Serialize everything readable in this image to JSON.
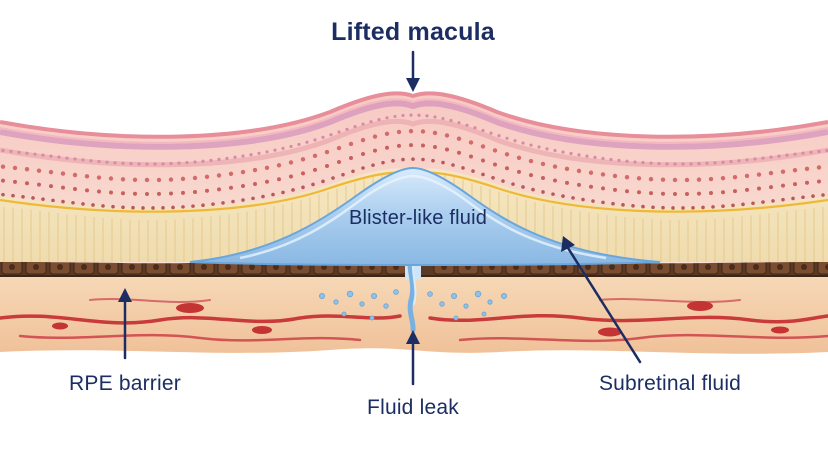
{
  "labels": {
    "top": "Lifted macula",
    "center": "Blister-like fluid",
    "left": "RPE barrier",
    "bottom": "Fluid leak",
    "right": "Subretinal fluid"
  },
  "colors": {
    "label_text": "#1b2d63",
    "arrow": "#1b2d63",
    "retina_surface": "#f2a9b1",
    "retina_layers": "#f7d2c8",
    "photoreceptor_band": "#f3e2b8",
    "fluid": "#a9cdee",
    "rpe": "#5a3a26",
    "choroid": "#f2cba5",
    "vessels": "#c93a3a"
  }
}
